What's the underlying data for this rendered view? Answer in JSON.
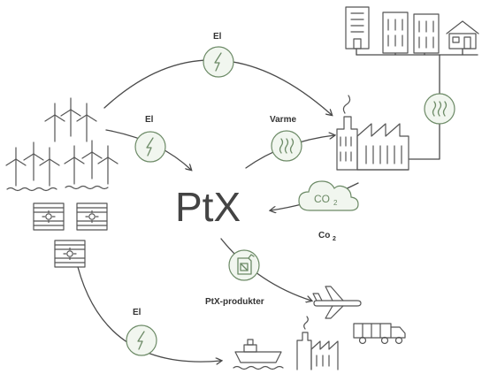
{
  "center_label": "PtX",
  "labels": {
    "el_top": "El",
    "el_mid": "El",
    "el_bottom": "El",
    "varme": "Varme",
    "co2_bubble": "CO",
    "co2_bubble_sub": "2",
    "co2_caption": "Co",
    "co2_caption_sub": "2",
    "products": "PtX-produkter"
  },
  "colors": {
    "accent_green": "#6c8a66",
    "circle_fill": "#f1f6ef",
    "line": "#4a4a4a"
  },
  "icons": [
    "wind-turbine-icon",
    "offshore-wind-icon",
    "solar-panel-icon",
    "lightning-icon",
    "heat-icon",
    "factory-icon",
    "apartment-building-icon",
    "house-icon",
    "co2-cloud-icon",
    "fuel-can-icon",
    "airplane-icon",
    "truck-icon",
    "ship-icon"
  ]
}
